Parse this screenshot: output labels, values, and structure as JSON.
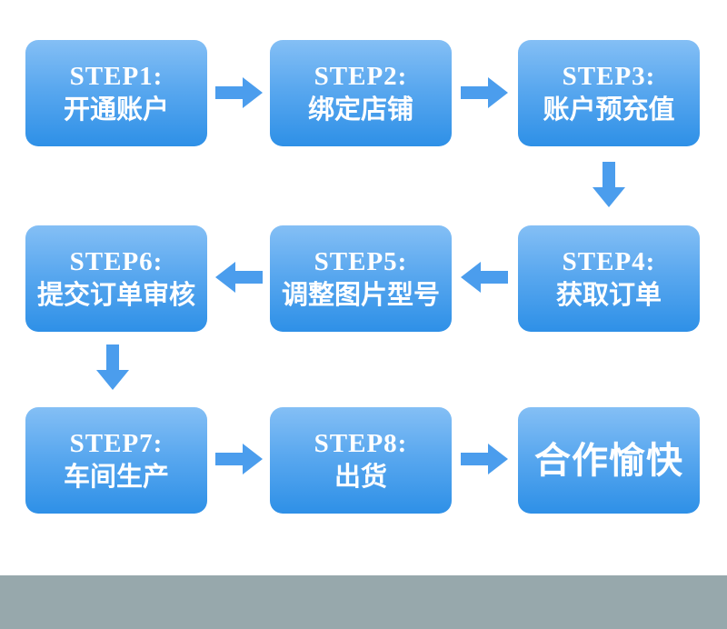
{
  "colors": {
    "box_gradient_top": "#84bff5",
    "box_gradient_bottom": "#2e90e7",
    "arrow": "#4b9ded",
    "footer_bar": "#97a8ac",
    "text": "#ffffff"
  },
  "steps": [
    {
      "step": "STEP1:",
      "title": "开通账户"
    },
    {
      "step": "STEP2:",
      "title": "绑定店铺"
    },
    {
      "step": "STEP3:",
      "title": "账户预充值"
    },
    {
      "step": "STEP4:",
      "title": "获取订单"
    },
    {
      "step": "STEP5:",
      "title": "调整图片型号"
    },
    {
      "step": "STEP6:",
      "title": "提交订单审核"
    },
    {
      "step": "STEP7:",
      "title": "车间生产"
    },
    {
      "step": "STEP8:",
      "title": "出货"
    }
  ],
  "final": {
    "title": "合作愉快"
  },
  "flow_order": "STEP1 → STEP2 → STEP3 ↓ STEP4 → STEP5 → STEP6 ↓ STEP7 → STEP8 → 合作愉快"
}
